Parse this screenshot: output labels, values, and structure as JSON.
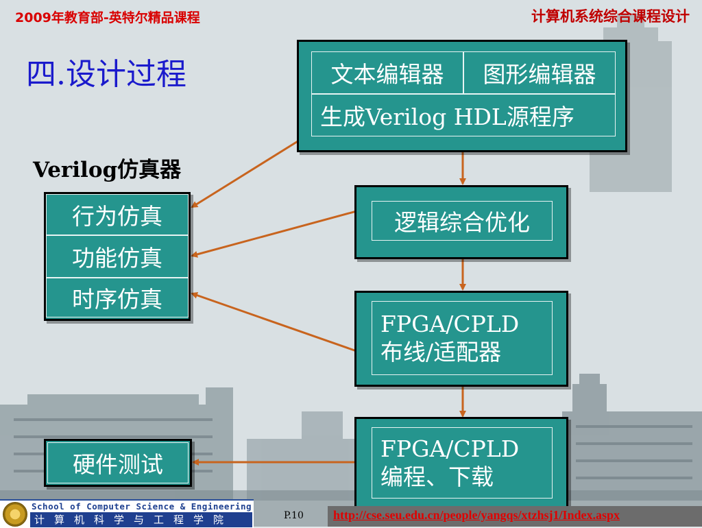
{
  "header": {
    "left": "2009年教育部-英特尔精品课程",
    "right": "计算机系统综合课程设计"
  },
  "title": "四.设计过程",
  "simulator": {
    "heading": "Verilog仿真器",
    "items": [
      "行为仿真",
      "功能仿真",
      "时序仿真"
    ]
  },
  "flow": {
    "editors": {
      "text_editor": "文本编辑器",
      "graphic_editor": "图形编辑器",
      "generate": "生成Verilog HDL源程序"
    },
    "synthesis": "逻辑综合优化",
    "fit": {
      "line1": "FPGA/CPLD",
      "line2": "布线/适配器"
    },
    "program": {
      "line1": "FPGA/CPLD",
      "line2": "编程、下载"
    }
  },
  "hardware_test": "硬件测试",
  "footer": {
    "school_en": "School of Computer Science & Engineering",
    "school_zh": "计算机科学与工程学院",
    "page": "P.10",
    "url": "http://cse.seu.edu.cn/people/yangqs/xtzhsj1/Index.aspx"
  },
  "colors": {
    "box_fill": "#25958e",
    "arrow": "#c8641e",
    "title": "#1a1acc",
    "header_red": "#d90000"
  }
}
